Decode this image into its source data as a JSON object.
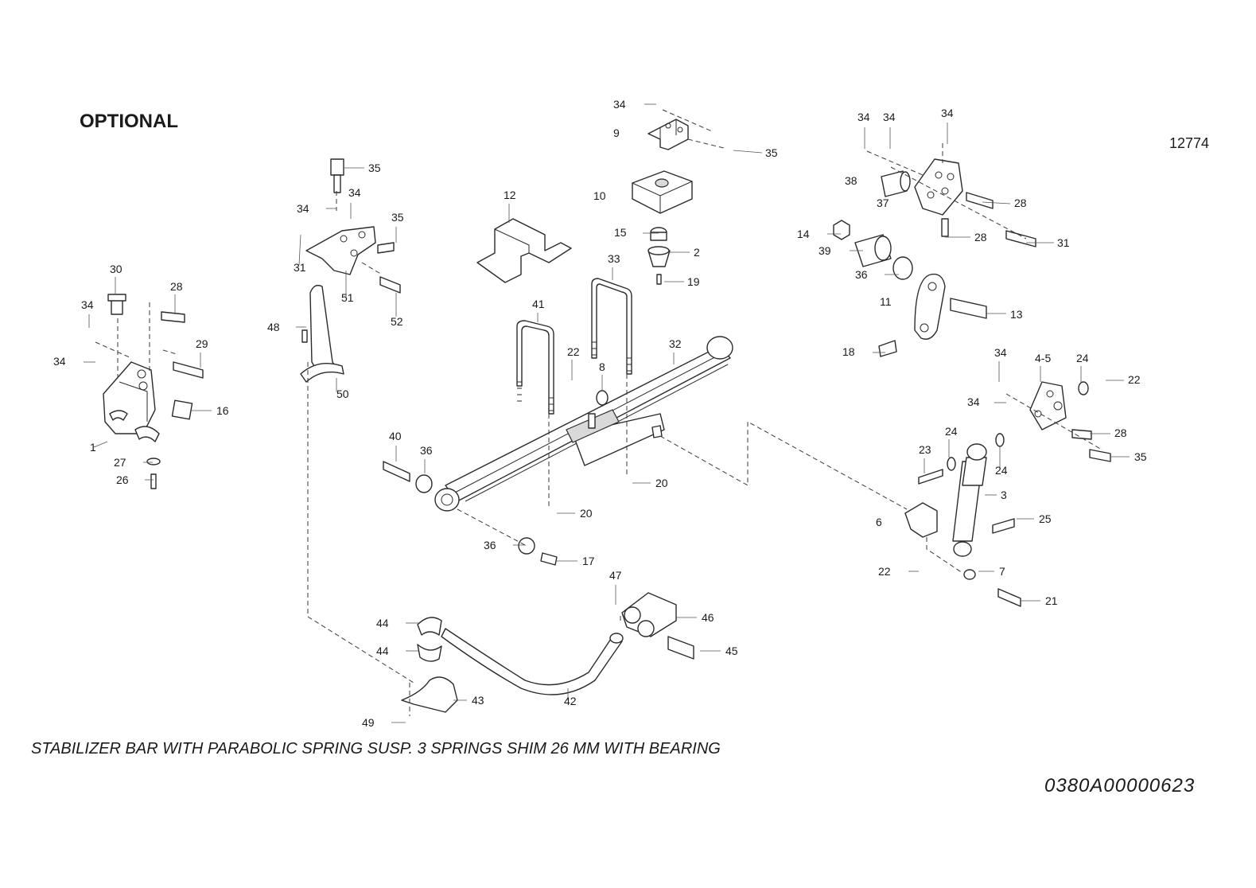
{
  "header": {
    "optional_label": "OPTIONAL",
    "sheet_number": "12774"
  },
  "footer": {
    "caption": "STABILIZER BAR WITH PARABOLIC SPRING SUSP. 3 SPRINGS SHIM 26 MM WITH BEARING",
    "drawing_code": "0380A00000623"
  },
  "callouts": [
    "34",
    "9",
    "35",
    "34",
    "34",
    "34",
    "12774",
    "35",
    "10",
    "38",
    "28",
    "37",
    "34",
    "34",
    "35",
    "12",
    "15",
    "2",
    "14",
    "28",
    "31",
    "39",
    "36",
    "31",
    "51",
    "52",
    "19",
    "11",
    "13",
    "30",
    "28",
    "33",
    "41",
    "48",
    "34",
    "34",
    "29",
    "32",
    "18",
    "22",
    "8",
    "50",
    "16",
    "34",
    "4-5",
    "24",
    "22",
    "1",
    "34",
    "24",
    "28",
    "40",
    "36",
    "23",
    "24",
    "27",
    "20",
    "35",
    "26",
    "3",
    "20",
    "6",
    "25",
    "36",
    "17",
    "22",
    "7",
    "47",
    "46",
    "21",
    "44",
    "44",
    "45",
    "42",
    "43",
    "49"
  ]
}
